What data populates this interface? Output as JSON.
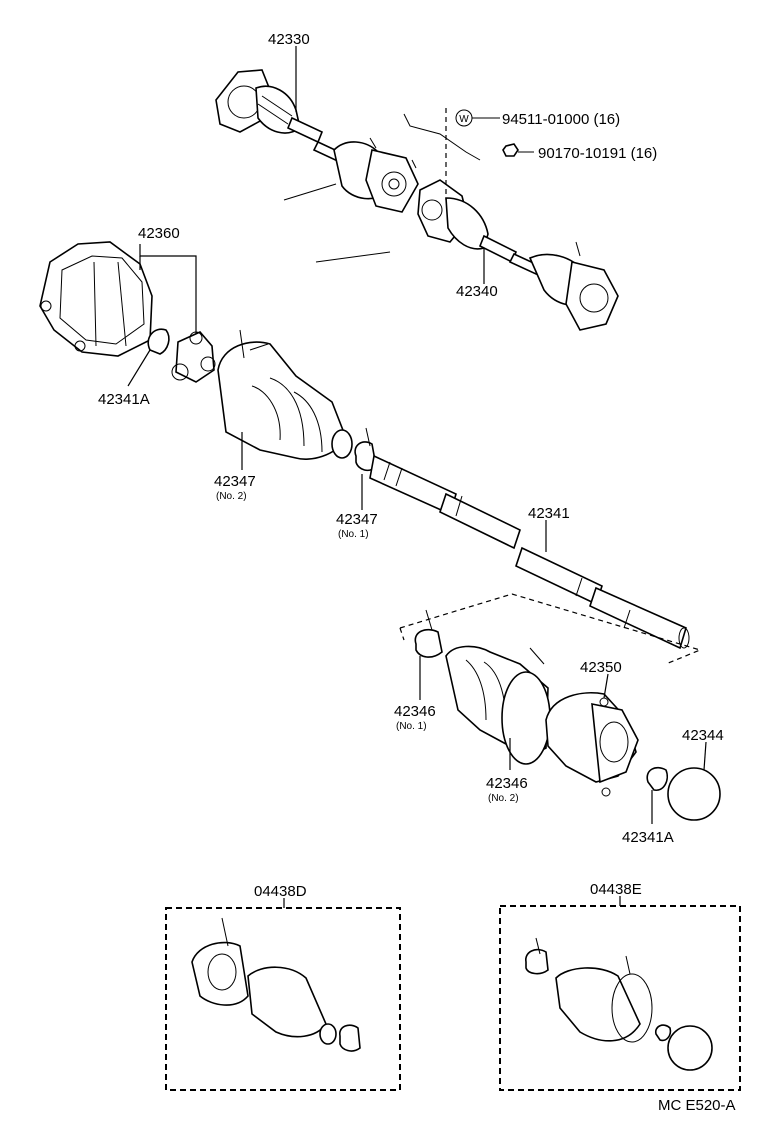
{
  "parts": {
    "p42330": "42330",
    "p94511": "94511-01000 (16)",
    "washer_symbol": "W",
    "p90170": "90170-10191 (16)",
    "p42360": "42360",
    "p42340": "42340",
    "p42341a_top": "42341A",
    "p42347_no2": "42347",
    "p42347_no2_sub": "(No. 2)",
    "p42347_no1": "42347",
    "p42347_no1_sub": "(No. 1)",
    "p42341": "42341",
    "p42350": "42350",
    "p42346_no1": "42346",
    "p42346_no1_sub": "(No. 1)",
    "p42344": "42344",
    "p42346_no2": "42346",
    "p42346_no2_sub": "(No. 2)",
    "p42341a_bottom": "42341A"
  },
  "kits": {
    "kit_left": "04438D",
    "kit_right": "04438E"
  },
  "footer": {
    "code": "MC  E520-A"
  }
}
